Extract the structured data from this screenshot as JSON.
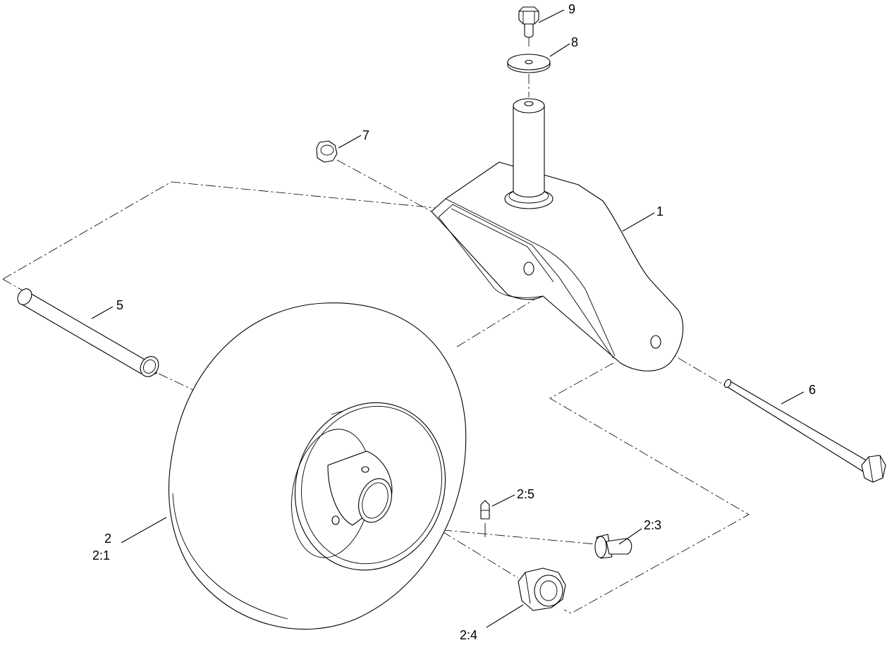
{
  "callouts": [
    {
      "id": "c9",
      "label": "9"
    },
    {
      "id": "c8",
      "label": "8"
    },
    {
      "id": "c7",
      "label": "7"
    },
    {
      "id": "c1",
      "label": "1"
    },
    {
      "id": "c5",
      "label": "5"
    },
    {
      "id": "c6",
      "label": "6"
    },
    {
      "id": "c25",
      "label": "2:5"
    },
    {
      "id": "c23",
      "label": "2:3"
    },
    {
      "id": "c2",
      "label": "2"
    },
    {
      "id": "c21",
      "label": "2:1"
    },
    {
      "id": "c24",
      "label": "2:4"
    }
  ]
}
